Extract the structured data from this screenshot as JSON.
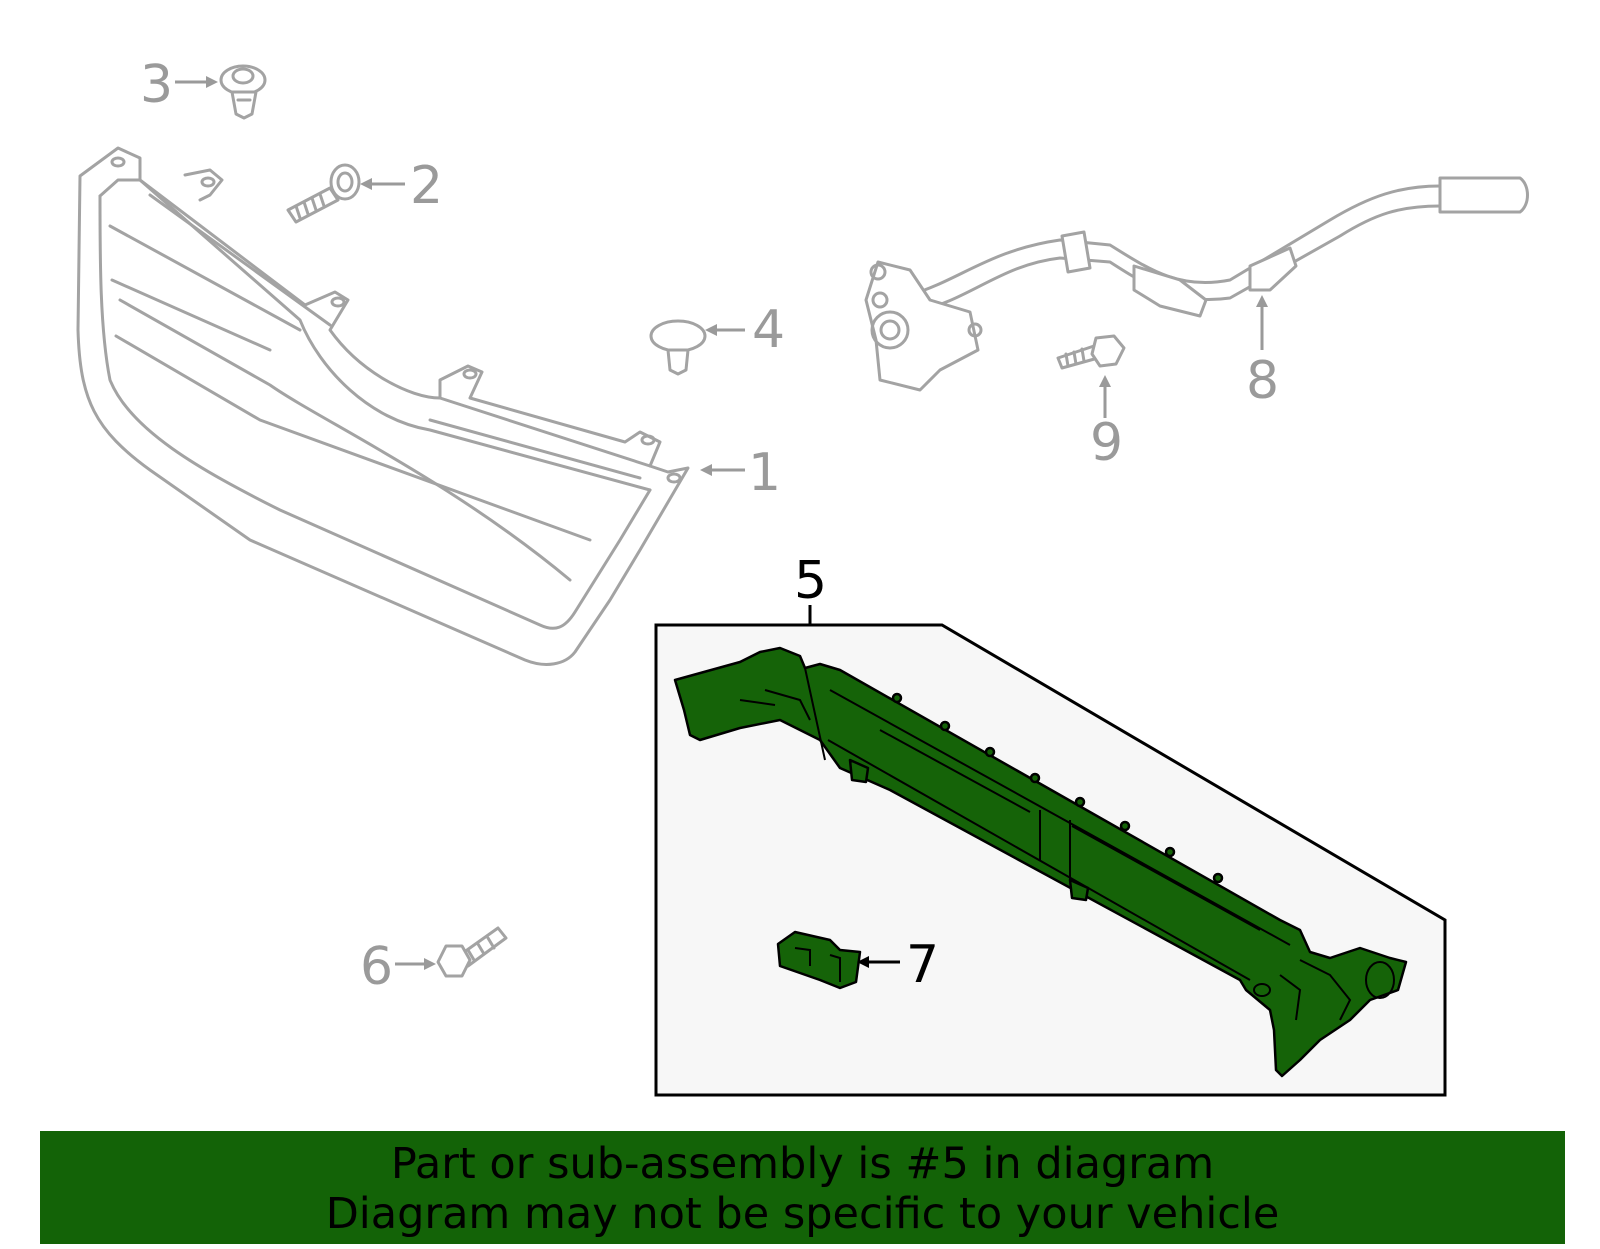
{
  "callouts": {
    "c1": "1",
    "c2": "2",
    "c3": "3",
    "c4": "4",
    "c5": "5",
    "c6": "6",
    "c7": "7",
    "c8": "8",
    "c9": "9"
  },
  "banner": {
    "line1": "Part or sub-assembly is #5 in diagram",
    "line2": "Diagram may not be specific to your vehicle"
  },
  "colors": {
    "highlight_green": "#156308",
    "banner_green": "#136307",
    "part_gray": "#a3a3a3"
  }
}
